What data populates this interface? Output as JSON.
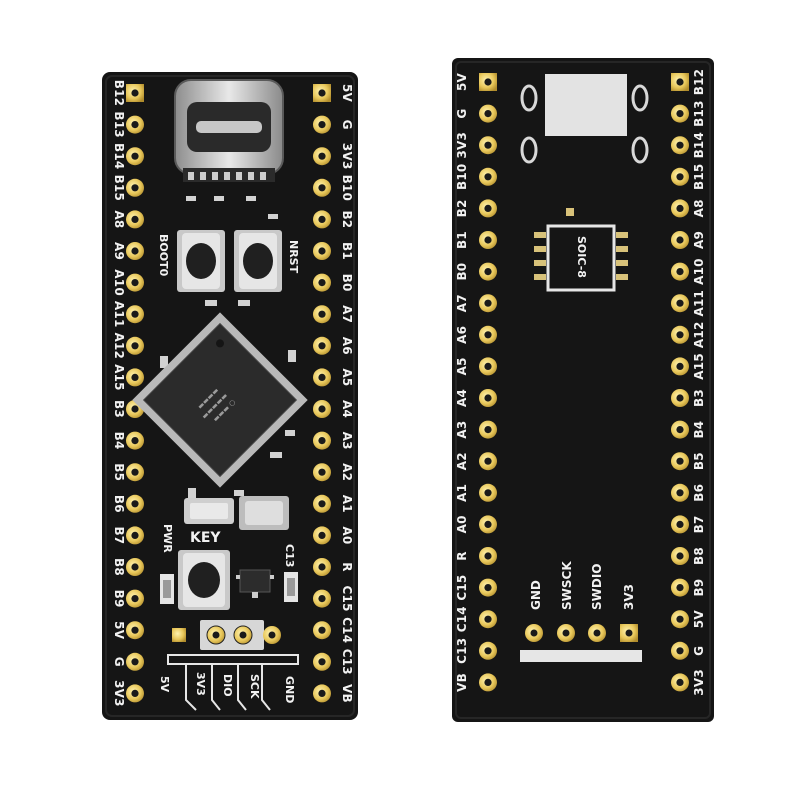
{
  "front": {
    "left_pins": [
      "B12",
      "B13",
      "B14",
      "B15",
      "A8",
      "A9",
      "A10",
      "A11",
      "A12",
      "A15",
      "B3",
      "B4",
      "B5",
      "B6",
      "B7",
      "B8",
      "B9",
      "5V",
      "G",
      "3V3"
    ],
    "right_pins": [
      "5V",
      "G",
      "3V3",
      "B10",
      "B2",
      "B1",
      "B0",
      "A7",
      "A6",
      "A5",
      "A4",
      "A3",
      "A2",
      "A1",
      "A0",
      "R",
      "C15",
      "C14",
      "C13",
      "VB"
    ],
    "silkscreen": {
      "boot0": "BOOT0",
      "nrst": "NRST",
      "key": "KEY",
      "pwr": "PWR",
      "c13": "C13"
    },
    "debug_header": [
      "5V",
      "3V3",
      "DIO",
      "SCK",
      "GND"
    ]
  },
  "back": {
    "left_pins": [
      "5V",
      "G",
      "3V3",
      "B10",
      "B2",
      "B1",
      "B0",
      "A7",
      "A6",
      "A5",
      "A4",
      "A3",
      "A2",
      "A1",
      "A0",
      "R",
      "C15",
      "C14",
      "C13",
      "VB"
    ],
    "right_pins": [
      "B12",
      "B13",
      "B14",
      "B15",
      "A8",
      "A9",
      "A10",
      "A11",
      "A12",
      "A15",
      "B3",
      "B4",
      "B5",
      "B6",
      "B7",
      "B8",
      "B9",
      "5V",
      "G",
      "3V3"
    ],
    "ic_label": "SOIC-8",
    "debug_labels": [
      "GND",
      "SWSCK",
      "SWDIO",
      "3V3"
    ]
  }
}
